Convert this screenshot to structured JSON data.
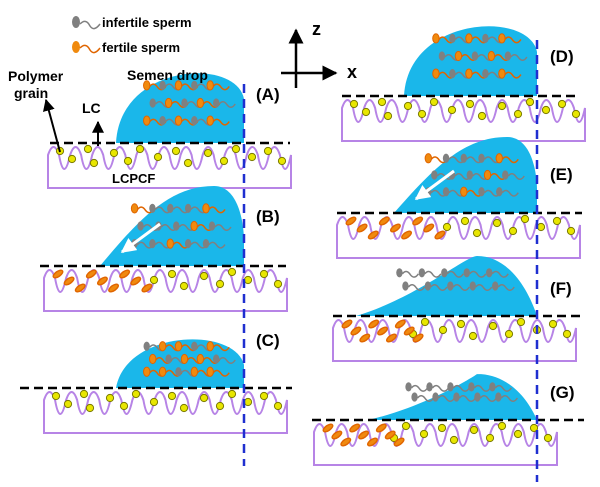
{
  "legend": {
    "infertile_label": "infertile sperm",
    "fertile_label": "fertile sperm"
  },
  "labels": {
    "semen_drop": "Semen drop",
    "polymer_grain": [
      "Polymer",
      "grain"
    ],
    "lc": "LC",
    "lcpcf": "LCPCF"
  },
  "axes": {
    "z": "z",
    "x": "x"
  },
  "panels": [
    {
      "id": "A",
      "label": "(A)",
      "stage": "initial",
      "flow_arrow": false
    },
    {
      "id": "B",
      "label": "(B)",
      "stage": "fertile_to_film",
      "flow_arrow": true
    },
    {
      "id": "C",
      "label": "(C)",
      "stage": "drop_recedes",
      "flow_arrow": false
    },
    {
      "id": "D",
      "label": "(D)",
      "stage": "initial",
      "flow_arrow": false
    },
    {
      "id": "E",
      "label": "(E)",
      "stage": "fertile_to_film",
      "flow_arrow": true
    },
    {
      "id": "F",
      "label": "(F)",
      "stage": "drop_spread",
      "flow_arrow": false
    },
    {
      "id": "G",
      "label": "(G)",
      "stage": "drop_spread_more",
      "flow_arrow": false
    }
  ],
  "colors": {
    "drop": "#1ab7ea",
    "substrate": "#b784e6",
    "grain": "#e8e600",
    "grain_stroke": "#7a7a00",
    "fertile_head": "#f08a0e",
    "fertile_tail": "#e06500",
    "infertile": "#808080",
    "arrow_white": "#ffffff",
    "dashed_line": "#000000",
    "vertical_dash": "#1f2fd0"
  }
}
